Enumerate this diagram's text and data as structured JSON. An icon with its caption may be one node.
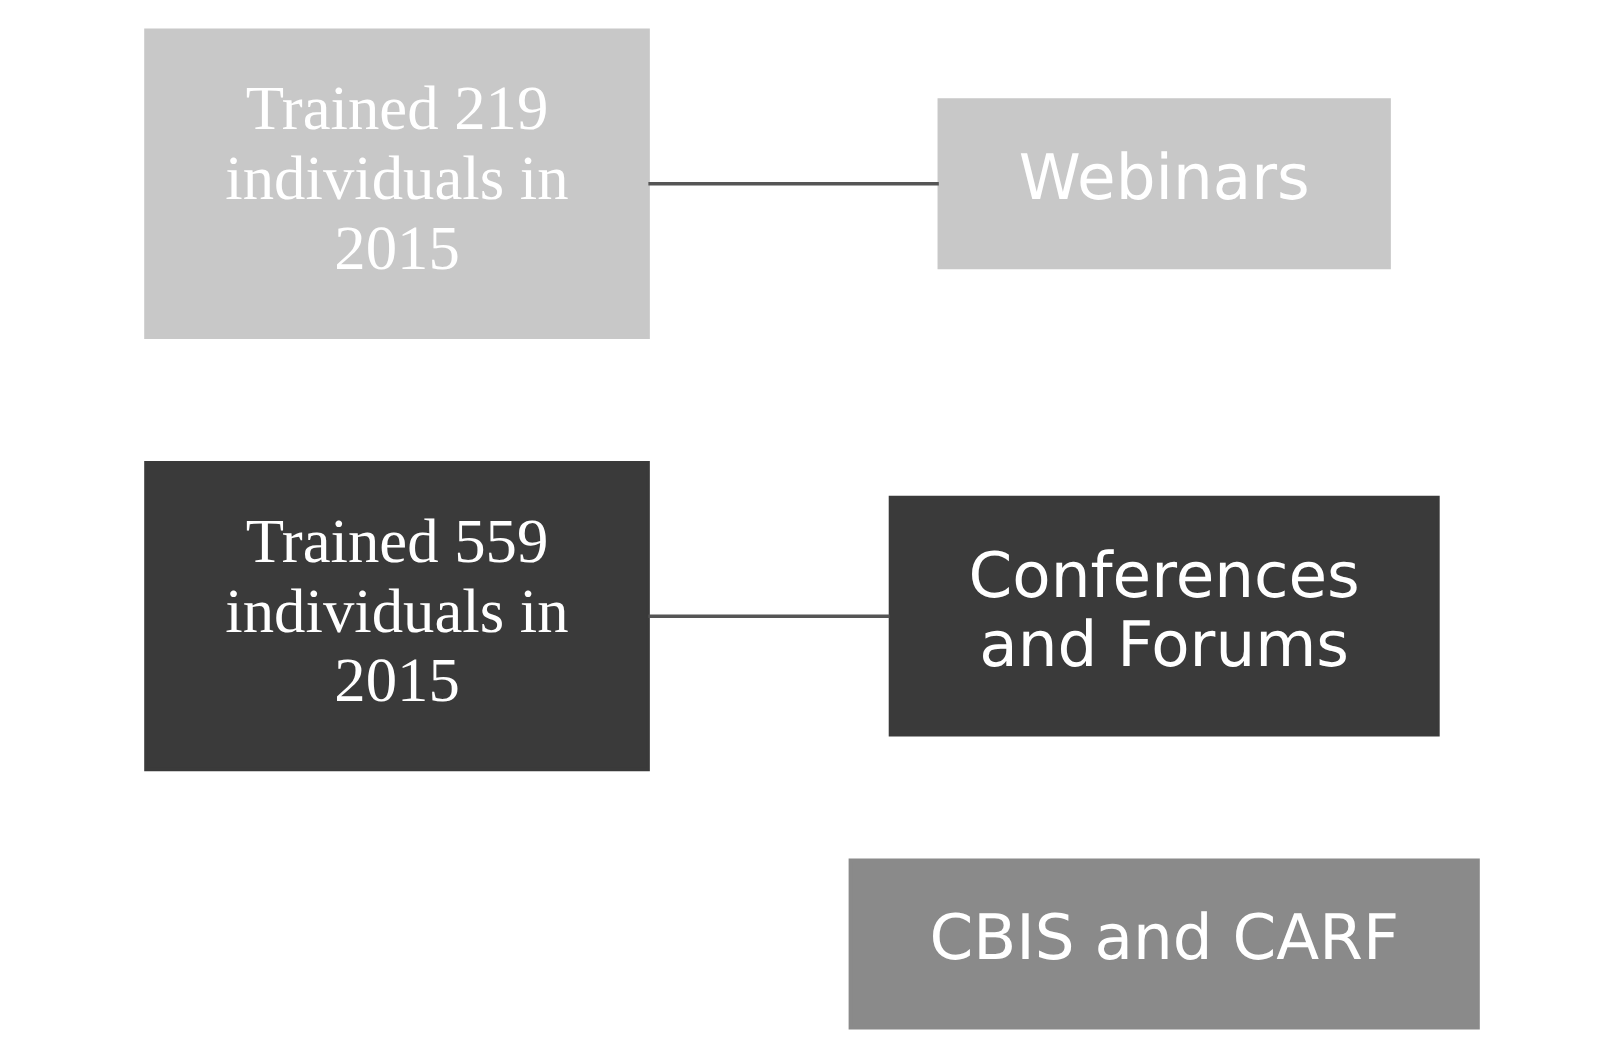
{
  "diagram": {
    "nodes": [
      {
        "text": [
          "CBIS and CARF"
        ]
      },
      {
        "text": [
          "Conferences and Forums"
        ]
      },
      {
        "text": [
          "Trained 559 individuals in 2015"
        ]
      },
      {
        "text": [
          "Trained 219 individuals in 2015"
        ]
      },
      {
        "text": [
          "Webinars"
        ]
      }
    ],
    "edges": [
      {
        "from": 2,
        "to": 1,
        "arrow": "none"
      },
      {
        "from": 3,
        "to": 4,
        "arrow": "none"
      }
    ]
  }
}
